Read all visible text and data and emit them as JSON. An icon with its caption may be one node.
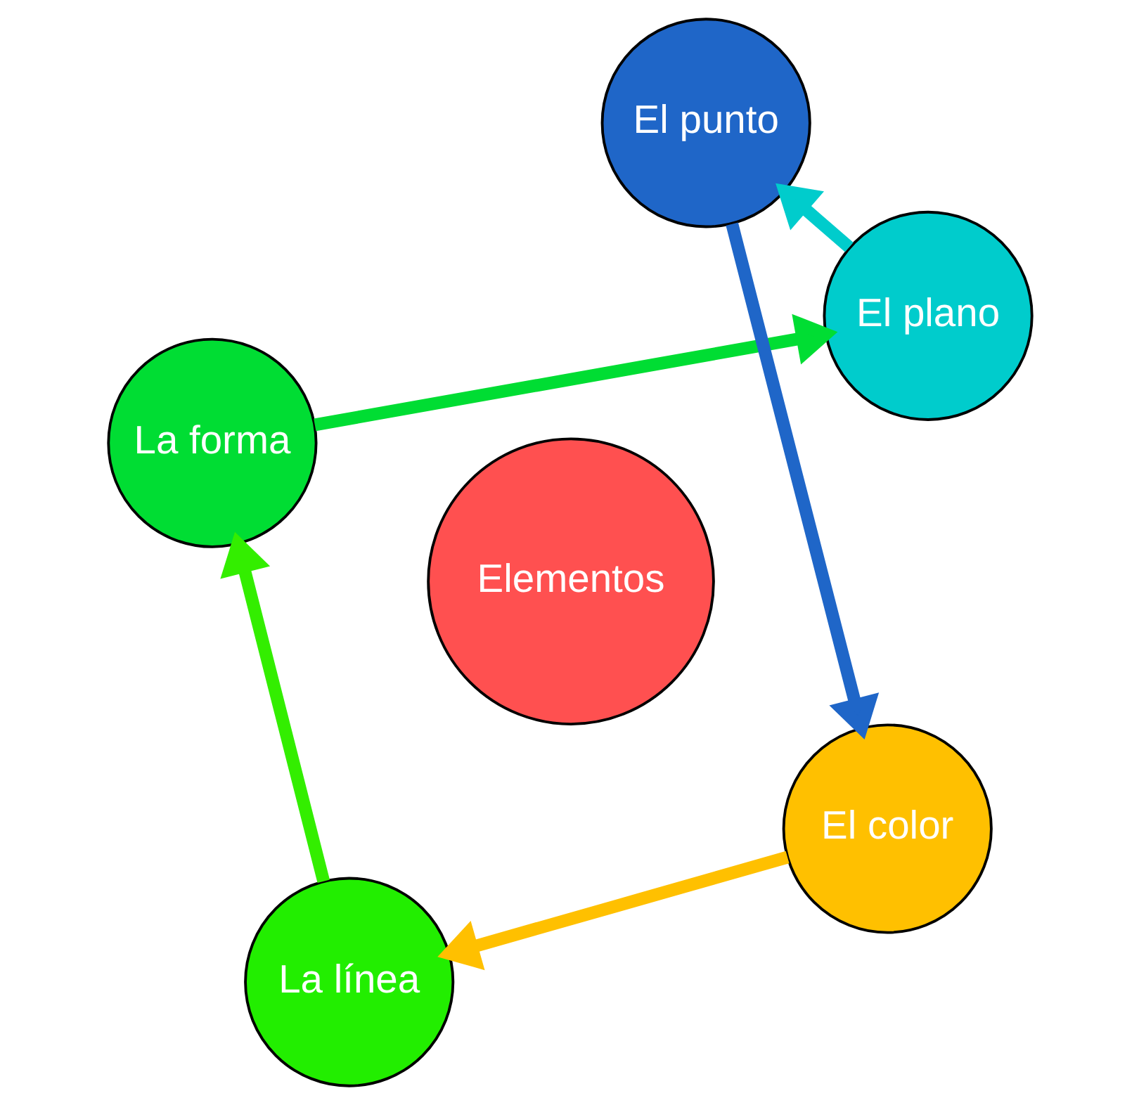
{
  "diagram": {
    "nodes": [
      {
        "text": [
          "Elementos"
        ]
      },
      {
        "text": [
          "El color"
        ]
      },
      {
        "text": [
          "La línea"
        ]
      },
      {
        "text": [
          "La forma"
        ]
      },
      {
        "text": [
          "El plano"
        ]
      },
      {
        "text": [
          "El punto"
        ]
      }
    ],
    "edges": [
      {
        "from": 1,
        "to": 2,
        "arrow": "to",
        "color": "#ffc000"
      },
      {
        "from": 2,
        "to": 3,
        "arrow": "to",
        "color": "#33ee00"
      },
      {
        "from": 3,
        "to": 4,
        "arrow": "to",
        "color": "#00dd33"
      },
      {
        "from": 4,
        "to": 5,
        "arrow": "to",
        "color": "#00cccc"
      },
      {
        "from": 5,
        "to": 1,
        "arrow": "to",
        "color": "#1f66c8"
      }
    ]
  }
}
